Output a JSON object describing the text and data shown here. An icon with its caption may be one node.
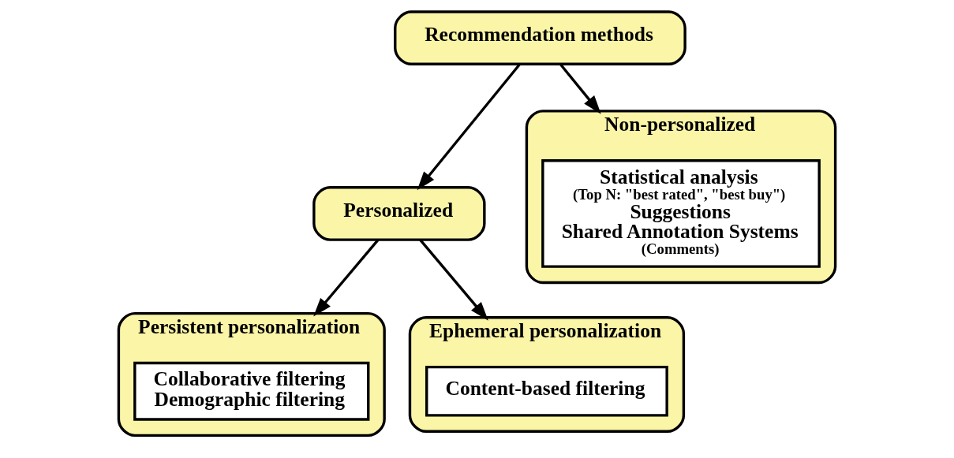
{
  "diagram": {
    "nodes": [
      {
        "text": [
          "Recommendation methods"
        ]
      },
      {
        "text": [
          "Personalized"
        ]
      },
      {
        "text": [
          "Non-personalized"
        ]
      },
      {
        "text": [
          "Statistical analysis",
          "(Top N: \"best rated\", \"best buy\")",
          "Suggestions",
          "Shared Annotation Systems",
          "(Comments)"
        ],
        "in": 2
      },
      {
        "text": [
          "Persistent personalization"
        ]
      },
      {
        "text": [
          "Collaborative filtering",
          "Demographic filtering"
        ],
        "in": 4
      },
      {
        "text": [
          "Ephemeral personalization"
        ]
      },
      {
        "text": [
          "Content-based filtering"
        ],
        "in": 6
      }
    ],
    "edges": [
      {
        "from": 0,
        "to": 1,
        "arrow": "to"
      },
      {
        "from": 0,
        "to": 2,
        "arrow": "to"
      },
      {
        "from": 1,
        "to": 4,
        "arrow": "to"
      },
      {
        "from": 1,
        "to": 6,
        "arrow": "to"
      }
    ]
  }
}
